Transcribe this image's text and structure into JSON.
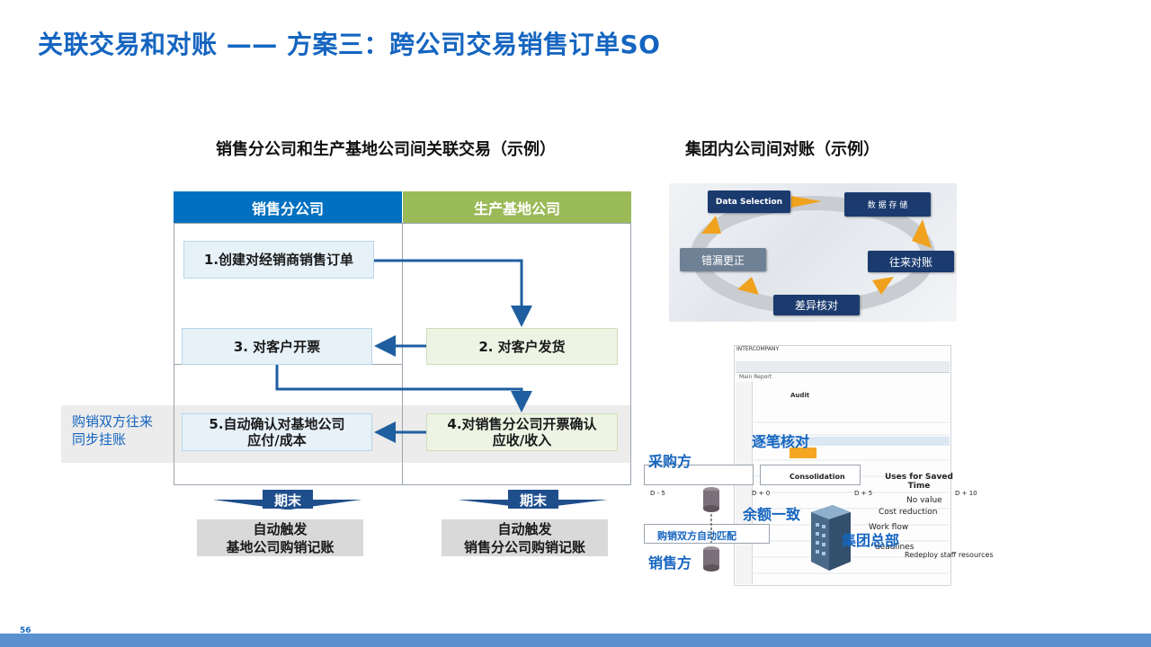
{
  "title": "关联交易和对账 —— 方案三：跨公司交易销售订单SO",
  "left": {
    "subtitle": "销售分公司和生产基地公司间关联交易（示例）",
    "col_sales": "销售分公司",
    "col_factory": "生产基地公司",
    "step1": "1.创建对经销商销售订单",
    "step2": "2. 对客户发货",
    "step3": "3. 对客户开票",
    "step4": "4.对销售分公司开票确认\n应收/收入",
    "step5": "5.自动确认对基地公司\n应付/成本",
    "band_label": "购销双方往来\n同步挂账",
    "period_left": "期末",
    "period_right": "期末",
    "auto_left": "自动触发\n基地公司购销记账",
    "auto_right": "自动触发\n销售分公司购销记账",
    "colors": {
      "blue_header": "#0070c0",
      "green_header": "#9bbb59",
      "arrow": "#1f5fa0"
    }
  },
  "right": {
    "subtitle": "集团内公司间对账（示例）",
    "cycle": {
      "data_selection": "Data Selection",
      "store": "数 据 存 储",
      "reconcile": "往来对账",
      "diff": "差异核对",
      "fix": "错漏更正"
    },
    "screenshot": {
      "title": "INTERCOMPANY",
      "tab": "Main Report",
      "heading": "Audit"
    },
    "labels": {
      "line_by_line": "逐笔核对",
      "buyer": "采购方",
      "seller": "销售方",
      "balance": "余额一致",
      "auto_match": "购销双方自动匹配",
      "hq": "集团总部",
      "consolidation": "Consolidation",
      "uses_for": "Uses for Saved\nTime",
      "no_value": "No value",
      "cost_reduction": "Cost reduction",
      "workflow": "Work flow",
      "deadlines": "deadlines",
      "redeploy": "Redeploy staff resources",
      "d_minus5": "D - 5",
      "d0": "D + 0",
      "d5": "D + 5",
      "d10": "D + 10"
    }
  },
  "page_number": "56"
}
